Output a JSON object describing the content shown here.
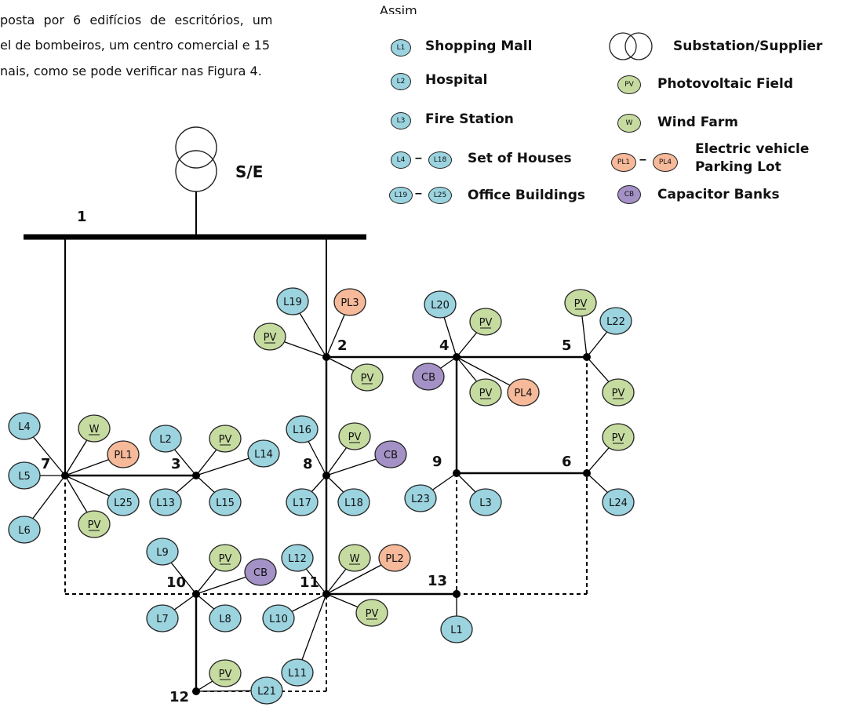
{
  "paragraph": {
    "line1": "posta por 6 edifícios de escritórios, um",
    "line2": "el de bombeiros, um centro comercial e 15",
    "line3": "nais, como se pode verificar nas Figura 4.",
    "right_fragment": "Assim"
  },
  "colors": {
    "load": "#9bd3df",
    "pv": "#c6dba0",
    "ev": "#f6b99a",
    "cb": "#a491c6",
    "line": "#000000"
  },
  "legend": {
    "l1": {
      "icon": "L1",
      "label": "Shopping Mall"
    },
    "l2": {
      "icon": "L2",
      "label": "Hospital"
    },
    "l3": {
      "icon": "L3",
      "label": "Fire Station"
    },
    "houses": {
      "icon_from": "L4",
      "icon_to": "L18",
      "label": "Set of Houses"
    },
    "offices": {
      "icon_from": "L19",
      "icon_to": "L25",
      "label": "Office Buildings"
    },
    "substation": {
      "label": "Substation/Supplier"
    },
    "pv": {
      "icon": "PV",
      "label": "Photovoltaic Field"
    },
    "wind": {
      "icon": "W",
      "label": "Wind Farm"
    },
    "ev": {
      "icon_from": "PL1",
      "icon_to": "PL4",
      "label_line1": "Electric vehicle",
      "label_line2": "Parking Lot"
    },
    "cb": {
      "icon": "CB",
      "label": "Capacitor Banks"
    },
    "dash": "–"
  },
  "substation_label": "S/E",
  "buses": {
    "b1": "1",
    "b2": "2",
    "b3": "3",
    "b4": "4",
    "b5": "5",
    "b6": "6",
    "b7": "7",
    "b8": "8",
    "b9": "9",
    "b10": "10",
    "b11": "11",
    "b12": "12",
    "b13": "13"
  },
  "nodes": {
    "L1": "L1",
    "L2": "L2",
    "L3": "L3",
    "L4": "L4",
    "L5": "L5",
    "L6": "L6",
    "L7": "L7",
    "L8": "L8",
    "L9": "L9",
    "L10": "L10",
    "L11": "L11",
    "L12": "L12",
    "L13": "L13",
    "L14": "L14",
    "L15": "L15",
    "L16": "L16",
    "L17": "L17",
    "L18": "L18",
    "L19": "L19",
    "L20": "L20",
    "L21": "L21",
    "L22": "L22",
    "L23": "L23",
    "L24": "L24",
    "L25": "L25",
    "PV": "PV",
    "W": "W",
    "PL1": "PL1",
    "PL2": "PL2",
    "PL3": "PL3",
    "PL4": "PL4",
    "CB": "CB"
  }
}
